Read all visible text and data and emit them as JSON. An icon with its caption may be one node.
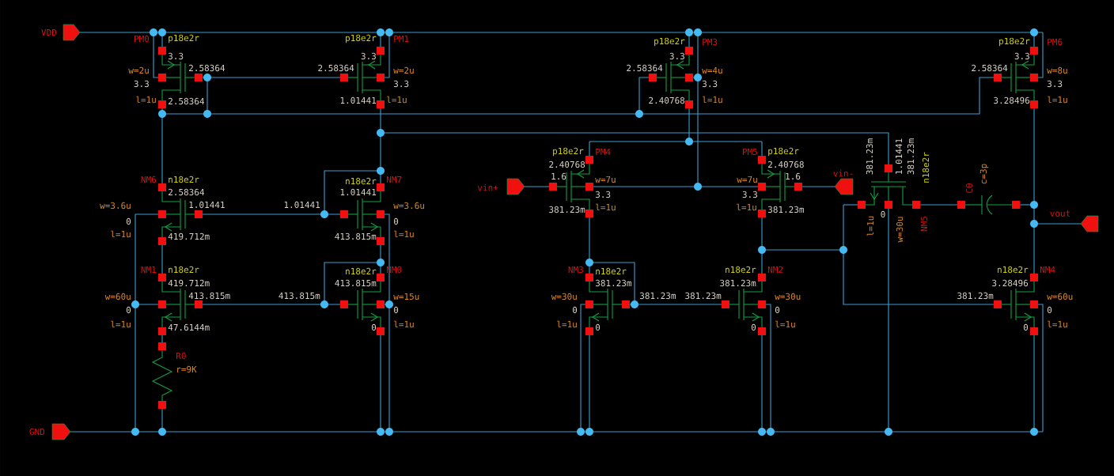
{
  "diagram": {
    "labels": [
      "VDD",
      "PM0",
      "p18e2r",
      "3.3",
      "w=2u",
      "2.58364",
      "3.3",
      "l=1u",
      "2.58364",
      "p18e2r",
      "PM1",
      "3.3",
      "2.58364",
      "w=2u",
      "3.3",
      "1.01441",
      "l=1u",
      "p18e2r",
      "PM3",
      "3.3",
      "2.58364",
      "w=4u",
      "3.3",
      "2.40768",
      "l=1u",
      "p18e2r",
      "PM6",
      "3.3",
      "2.58364",
      "w=8u",
      "3.3",
      "3.28496",
      "l=1u",
      "p18e2r",
      "PM4",
      "2.40768",
      "vin+",
      "1.6",
      "w=7u",
      "3.3",
      "381.23m",
      "l=1u",
      "PM5",
      "p18e2r",
      "2.40768",
      "w=7u",
      "1.6",
      "3.3",
      "l=1u",
      "381.23m",
      "vin-",
      "381.23m",
      "1.01441",
      "381.23m",
      "n18e2r",
      "l=1u",
      "0",
      "w=30u",
      "NM5",
      "C0",
      "c=3p",
      "vout",
      "NM6",
      "n18e2r",
      "2.58364",
      "w=3.6u",
      "1.01441",
      "0",
      "l=1u",
      "419.712m",
      "n18e2r",
      "NM7",
      "1.01441",
      "1.01441",
      "w=3.6u",
      "0",
      "413.815m",
      "l=1u",
      "NM1",
      "n18e2r",
      "419.712m",
      "w=60u",
      "413.815m",
      "0",
      "l=1u",
      "47.6144m",
      "n18e2r",
      "NM0",
      "413.815m",
      "413.815m",
      "w=15u",
      "0",
      "0",
      "l=1u",
      "R0",
      "r=9K",
      "NM3",
      "n18e2r",
      "381.23m",
      "w=30u",
      "381.23m",
      "0",
      "l=1u",
      "0",
      "n18e2r",
      "NM2",
      "381.23m",
      "381.23m",
      "w=30u",
      "0",
      "0",
      "l=1u",
      "n18e2r",
      "NM4",
      "3.28496",
      "381.23m",
      "w=60u",
      "0",
      "0",
      "l=1u",
      "GND"
    ]
  }
}
